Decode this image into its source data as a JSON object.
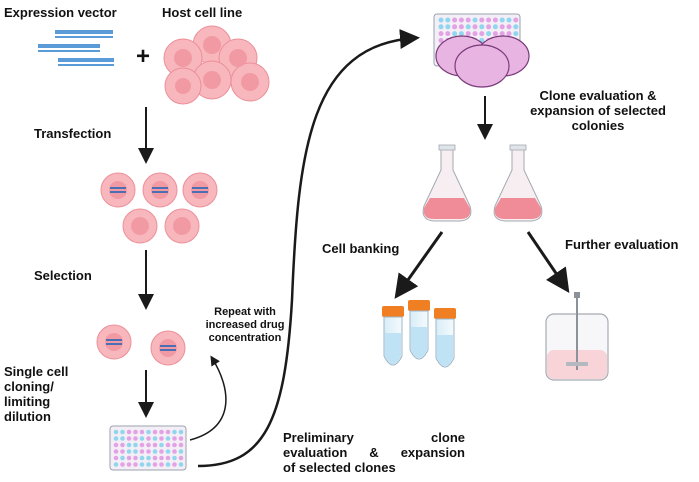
{
  "labels": {
    "expression_vector": "Expression vector",
    "host_cell_line": "Host cell line",
    "plus": "+",
    "transfection": "Transfection",
    "selection": "Selection",
    "single_cell_cloning": [
      "Single cell",
      "cloning/",
      "limiting",
      "dilution"
    ],
    "repeat": [
      "Repeat with",
      "increased drug",
      "concentration"
    ],
    "preliminary": [
      "Preliminary clone",
      "evaluation & expansion",
      "of selected clones"
    ],
    "clone_evaluation": [
      "Clone evaluation &",
      "expansion of selected",
      "colonies"
    ],
    "cell_banking": "Cell banking",
    "further_evaluation": "Further evaluation"
  },
  "colors": {
    "cell_fill": "#f7b7bd",
    "cell_nucleus": "#f29aa3",
    "cell_edge": "#ec8f98",
    "dna_blue": "#5a9bd8",
    "plate_pink": "#e3a2e4",
    "plate_blue": "#8fd6ee",
    "flask_liquid": "#ef8c97",
    "tube_cap": "#f07e22",
    "tube_liquid": "#bfe3f5",
    "arrow": "#1a1a1a"
  }
}
